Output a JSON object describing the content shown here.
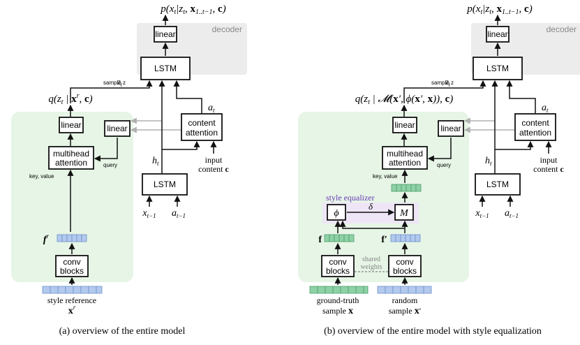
{
  "colors": {
    "encoder_bg": "#e6f5e6",
    "decoder_bg": "#ececec",
    "blue_cell": "#b3c9ee",
    "green_cell": "#8fd1a6",
    "equalizer_bg": "#eee6f6",
    "equalizer_text": "#6a3ab8",
    "gray_arrow": "#b0b0b0"
  },
  "labels": {
    "decoder": "decoder",
    "linear": "linear",
    "lstm": "LSTM",
    "multihead_1": "multihead",
    "multihead_2": "attention",
    "content_1": "content",
    "content_2": "attention",
    "conv_1": "conv",
    "conv_2": "blocks",
    "sample_z": "sample z",
    "z_sub": "t",
    "query": "query",
    "key_value": "key, value",
    "input": "input",
    "content_c": "content c",
    "style_equalizer": "style equalizer",
    "shared_1": "shared",
    "shared_2": "weights",
    "h": "h",
    "h_sub": "t",
    "a": "a",
    "a_sub": "t",
    "x_prev": "x",
    "a_prev": "a",
    "prev_sub": "t−1",
    "delta": "δ",
    "phi": "ϕ",
    "M": "M"
  },
  "math": {
    "top_output": "p(x_t | z_t, x_{1..t−1}, c)",
    "q_a": "q(z_t | x^r, c)",
    "q_b": "q(z_t | M(x′, ϕ(x′, x)), c)",
    "f_r": "f^r",
    "f": "f",
    "f_prime": "f′"
  },
  "inputs": {
    "style_ref_1": "style reference",
    "style_ref_2": "x^r",
    "gt_1": "ground-truth",
    "gt_2": "sample x",
    "rand_1": "random",
    "rand_2": "sample x′"
  },
  "captions": {
    "a": "(a) overview of the entire model",
    "b": "(b) overview of the entire model with style equalization"
  }
}
